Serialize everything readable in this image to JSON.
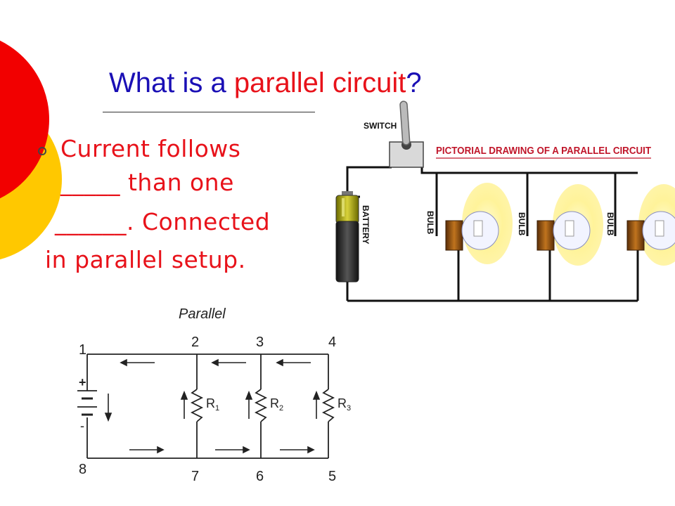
{
  "title": {
    "part1": "What is a ",
    "part2": "parallel circuit",
    "part3": "?"
  },
  "bullet": {
    "icon": "hollow-circle-bullet-icon",
    "lines": [
      "Current follows",
      "_____ than one",
      "______. Connected",
      "in parallel setup."
    ]
  },
  "pictorial": {
    "heading": "PICTORIAL DRAWING OF A PARALLEL CIRCUIT",
    "switch_label": "SWITCH",
    "battery_label": "BATTERY",
    "bulb_labels": [
      "BULB",
      "BULB",
      "BULB"
    ]
  },
  "schematic": {
    "title": "Parallel",
    "nodes": [
      "1",
      "2",
      "3",
      "4",
      "8",
      "7",
      "6",
      "5"
    ],
    "plus": "+",
    "minus": "-",
    "resistors": [
      "R",
      "R",
      "R"
    ],
    "resistor_subscripts": [
      "1",
      "2",
      "3"
    ]
  },
  "colors": {
    "title_blue": "#1a0fb5",
    "accent_red": "#e8121a",
    "circle_red": "#f20000",
    "circle_yellow": "#ffc800"
  }
}
